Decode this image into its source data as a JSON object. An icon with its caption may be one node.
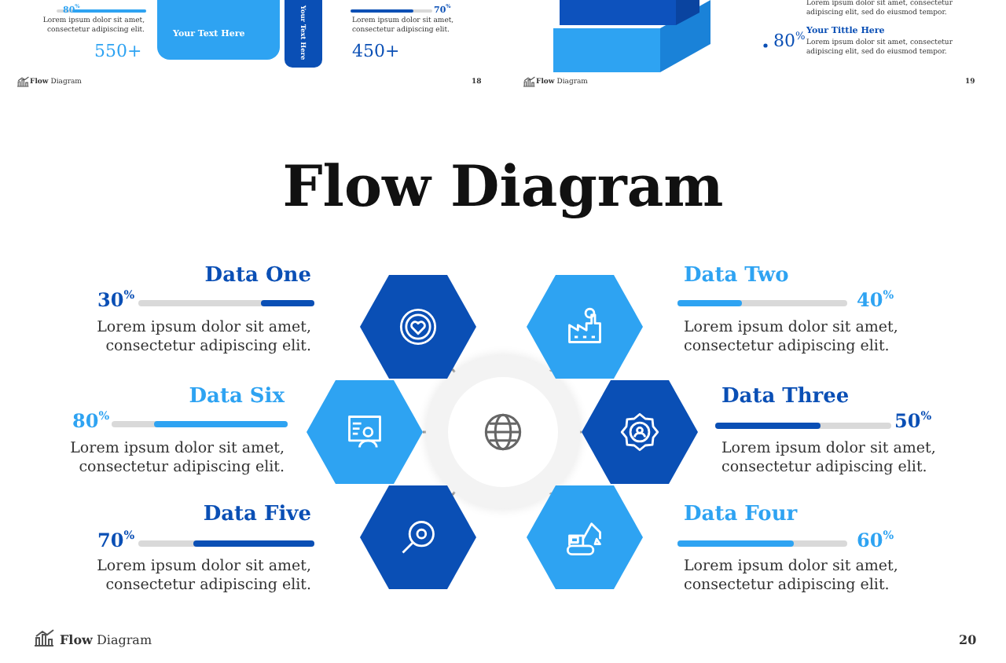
{
  "diagram": {
    "title": "Flow Diagram",
    "nodes": [
      {
        "text": [],
        "shape": "circle"
      },
      {
        "text": [],
        "shape": "hexagon"
      },
      {
        "text": [],
        "shape": "hexagon"
      },
      {
        "text": [],
        "shape": "hexagon"
      },
      {
        "text": [],
        "shape": "hexagon"
      },
      {
        "text": [],
        "shape": "hexagon"
      },
      {
        "text": [],
        "shape": "hexagon"
      }
    ],
    "edges": [
      {
        "from": 0,
        "to": 1,
        "arrow": "none"
      },
      {
        "from": 0,
        "to": 2,
        "arrow": "none"
      },
      {
        "from": 0,
        "to": 3,
        "arrow": "none"
      },
      {
        "from": 0,
        "to": 4,
        "arrow": "none"
      },
      {
        "from": 0,
        "to": 5,
        "arrow": "none"
      },
      {
        "from": 0,
        "to": 6,
        "arrow": "none"
      }
    ],
    "labels": [
      "80$^{%}$",
      "Lorem ipsum dolor sit amet, consectetur adipiscing elit.",
      "550+",
      "Your Text Here",
      "Your Text Here",
      "70$^{%}$",
      "Lorem ipsum dolor sit amet, consectetur adipiscing elit.",
      "450+",
      "**Flow** Diagram",
      "18",
      "Lorem ipsum dolor sit amet, consectetur adipiscing elit, sed do eiusmod tempor.",
      "80$^{%}$",
      "Your Tittle Here",
      "Lorem ipsum dolor sit amet, consectetur adipiscing elit, sed do eiusmod tempor.",
      "**Flow** Diagram",
      "19",
      "Data One",
      "30$^{%}$",
      "Lorem ipsum dolor sit amet, consectetur adipiscing elit.",
      "Data Two",
      "40$^{%}$",
      "Lorem ipsum dolor sit amet, consectetur adipiscing elit.",
      "Data Six",
      "80$^{%}$",
      "Lorem ipsum dolor sit amet, consectetur adipiscing elit.",
      "Data Three",
      "50$^{%}$",
      "Lorem ipsum dolor sit amet, consectetur adipiscing elit.",
      "Data Five",
      "70$^{%}$",
      "Lorem ipsum dolor sit amet, consectetur adipiscing elit.",
      "Data Four",
      "60$^{%}$",
      "Lorem ipsum dolor sit amet, consectetur adipiscing elit.",
      "**Flow** Diagram",
      "20"
    ]
  }
}
